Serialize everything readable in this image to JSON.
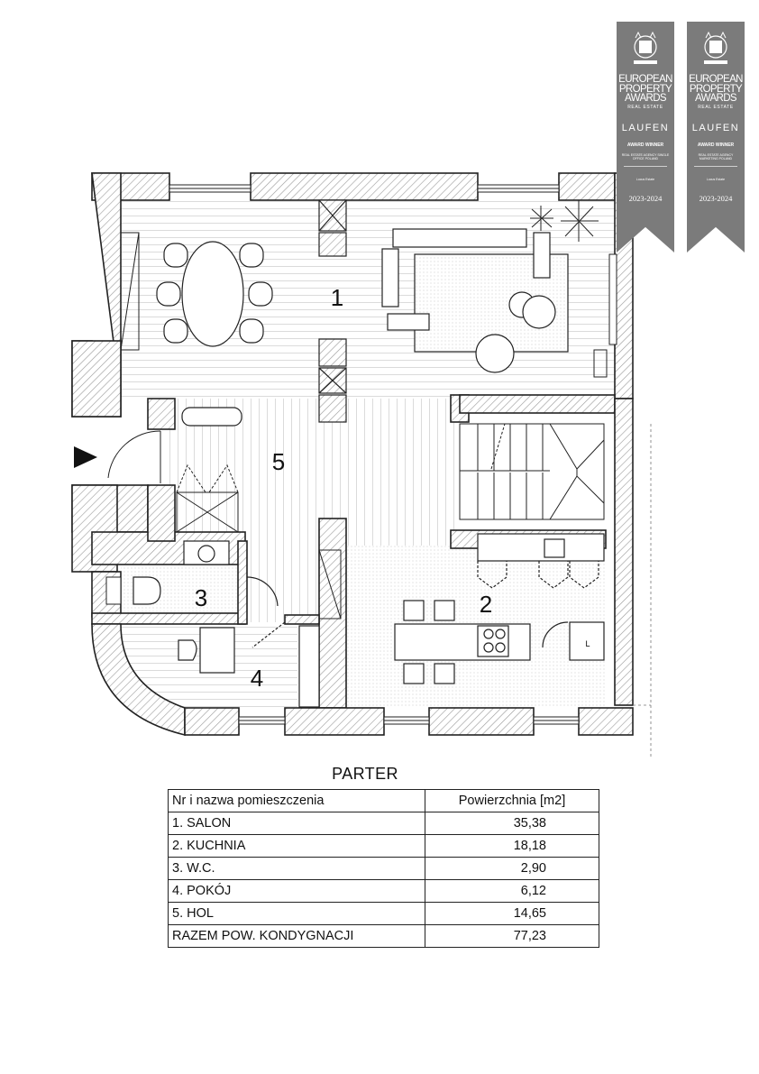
{
  "plan": {
    "title": "PARTER",
    "room_labels": [
      {
        "number": "1",
        "name": "SALON"
      },
      {
        "number": "2",
        "name": "KUCHNIA"
      },
      {
        "number": "3",
        "name": "W.C."
      },
      {
        "number": "4",
        "name": "POKÓJ"
      },
      {
        "number": "5",
        "name": "HOL"
      }
    ],
    "fridge_label": "L"
  },
  "table": {
    "header": [
      "Nr i nazwa pomieszczenia",
      "Powierzchnia [m2]"
    ],
    "rows": [
      {
        "name": "1. SALON",
        "area": "35,38"
      },
      {
        "name": "2. KUCHNIA",
        "area": "18,18"
      },
      {
        "name": "3. W.C.",
        "area": "2,90"
      },
      {
        "name": "4. POKÓJ",
        "area": "6,12"
      },
      {
        "name": "5. HOL",
        "area": "14,65"
      },
      {
        "name": "RAZEM POW. KONDYGNACJI",
        "area": "77,23"
      }
    ]
  },
  "badges": [
    {
      "title": "EUROPEAN PROPERTY AWARDS",
      "subtitle": "REAL ESTATE",
      "sponsor": "LAUFEN",
      "status": "AWARD WINNER",
      "category": "REAL ESTATE AGENCY SINGLE OFFICE POLAND",
      "winner": "Locus Estate",
      "years": "2023-2024"
    },
    {
      "title": "EUROPEAN PROPERTY AWARDS",
      "subtitle": "REAL ESTATE",
      "sponsor": "LAUFEN",
      "status": "AWARD WINNER",
      "category": "REAL ESTATE AGENCY MARKETING POLAND",
      "winner": "Locus Estate",
      "years": "2023-2024"
    }
  ],
  "colors": {
    "wall": "#222222",
    "hatch": "#9a9a9a",
    "floor_lines": "#cfcfcf",
    "tile": "#e2e2e2",
    "badge": "#7b7b7b"
  }
}
